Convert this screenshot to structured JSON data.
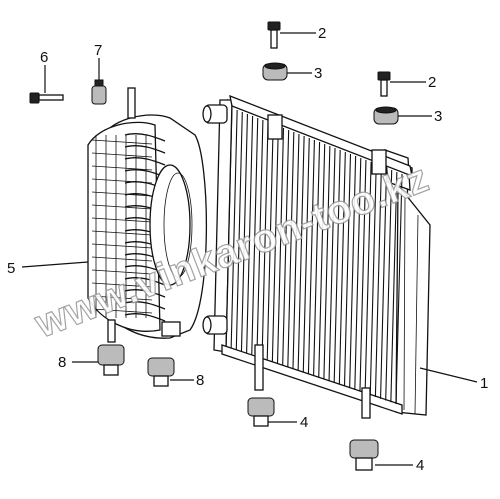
{
  "watermark": "www.vinkaron-too.kz",
  "callouts": [
    {
      "id": "1",
      "label": "1"
    },
    {
      "id": "2a",
      "label": "2"
    },
    {
      "id": "2b",
      "label": "2"
    },
    {
      "id": "3a",
      "label": "3"
    },
    {
      "id": "3b",
      "label": "3"
    },
    {
      "id": "4a",
      "label": "4"
    },
    {
      "id": "4b",
      "label": "4"
    },
    {
      "id": "5",
      "label": "5"
    },
    {
      "id": "6",
      "label": "6"
    },
    {
      "id": "7",
      "label": "7"
    },
    {
      "id": "8a",
      "label": "8"
    },
    {
      "id": "8b",
      "label": "8"
    }
  ]
}
